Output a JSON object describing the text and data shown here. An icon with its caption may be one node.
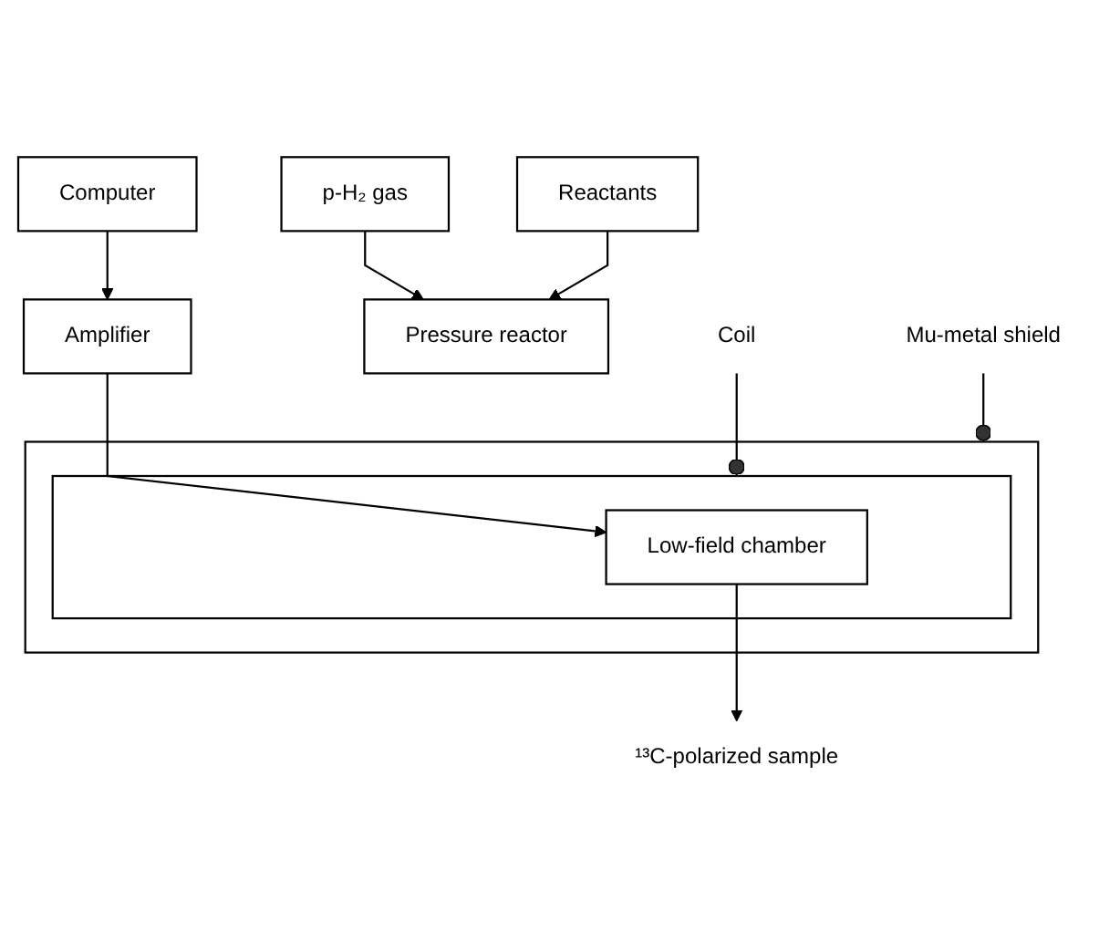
{
  "diagram": {
    "nodes": [
      {
        "text": [
          "Computer"
        ]
      },
      {
        "text": [
          "Amplifier"
        ]
      },
      {
        "text": [
          "p-H₂ gas"
        ]
      },
      {
        "text": [
          "Pressure reactor"
        ]
      },
      {
        "text": [
          "Reactants"
        ]
      },
      {
        "text": [],
        "shape": "box"
      },
      {
        "text": [],
        "shape": "box",
        "in": 5
      },
      {
        "text": [
          "Low-field chamber"
        ],
        "in": 6
      },
      {
        "text": [
          "Coil"
        ]
      },
      {
        "text": [
          "Mu-metal shield"
        ]
      },
      {
        "text": [
          "¹³C-polarized sample"
        ]
      }
    ],
    "edges": [
      {
        "from": 0,
        "to": 1,
        "arrow": "to"
      },
      {
        "from": 1,
        "to": 7,
        "arrow": "to"
      },
      {
        "from": 2,
        "to": 3,
        "arrow": "to"
      },
      {
        "from": 4,
        "to": 3,
        "arrow": "to"
      },
      {
        "from": 7,
        "to": 10,
        "arrow": "to"
      },
      {
        "from": 8,
        "to": 6,
        "arrow": "other"
      },
      {
        "from": 9,
        "to": 5,
        "arrow": "other"
      }
    ]
  }
}
